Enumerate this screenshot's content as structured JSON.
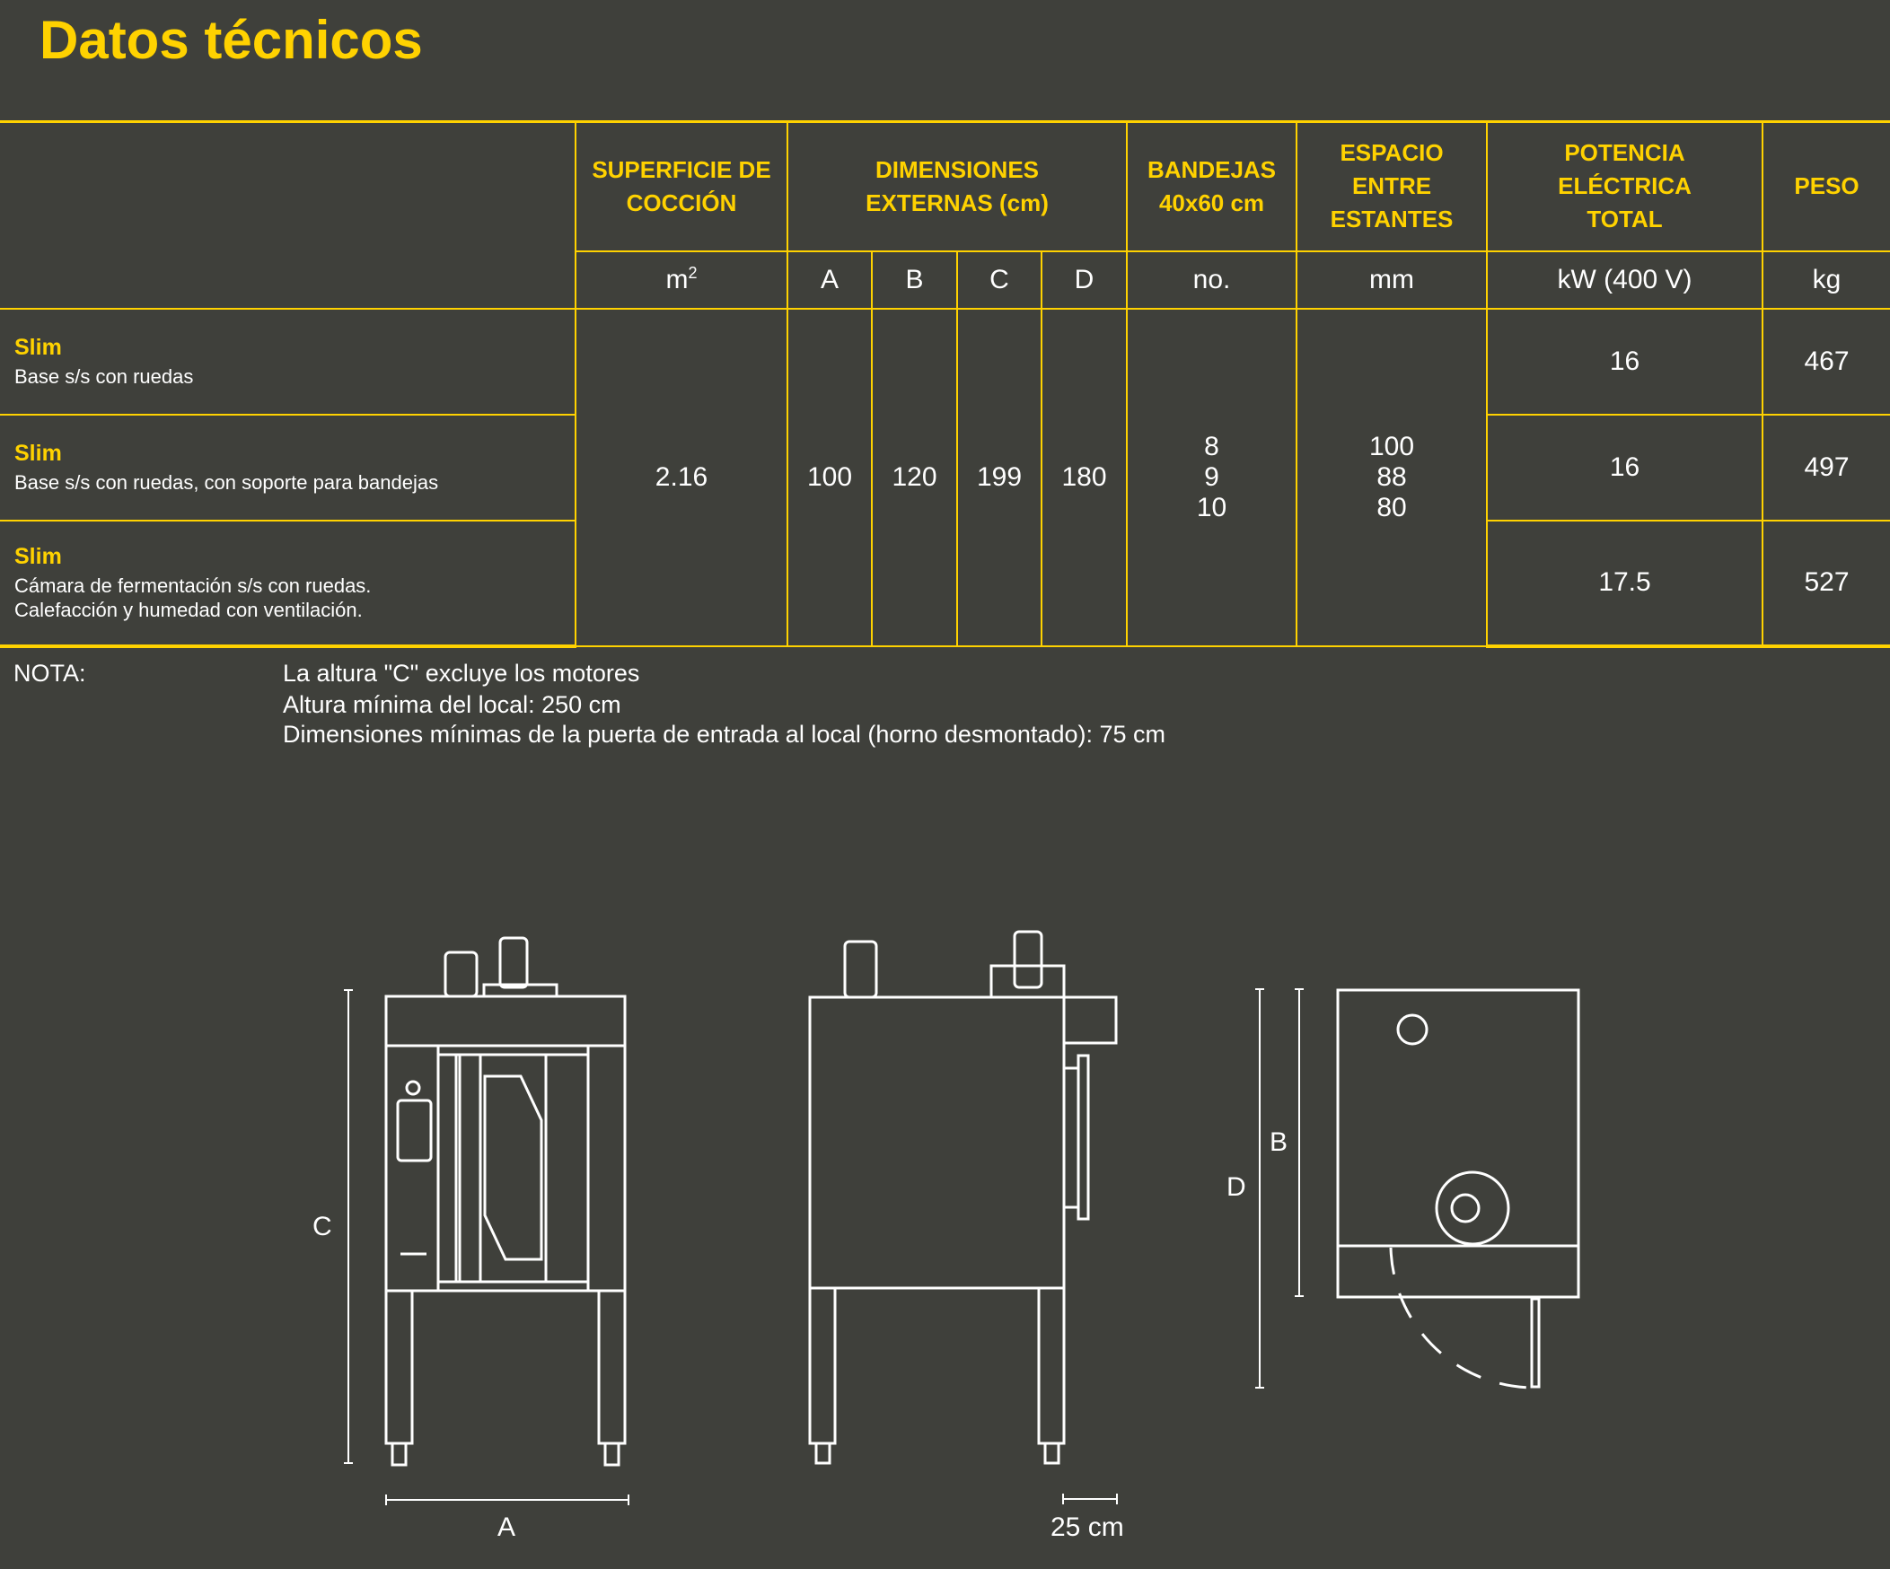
{
  "page": {
    "title": "Datos técnicos",
    "accent_color": "#ffd200",
    "background_color": "#3f403b",
    "text_color": "#ffffff"
  },
  "table": {
    "headers": {
      "superficie": "SUPERFICIE DE COCCIÓN",
      "superficie_line1": "SUPERFICIE DE",
      "superficie_line2": "COCCIÓN",
      "dimensiones_line1": "DIMENSIONES",
      "dimensiones_line2": "EXTERNAS (cm)",
      "bandejas_line1": "BANDEJAS",
      "bandejas_line2": "40x60 cm",
      "espacio_line1": "ESPACIO",
      "espacio_line2": "ENTRE",
      "espacio_line3": "ESTANTES",
      "potencia_line1": "POTENCIA",
      "potencia_line2": "ELÉCTRICA",
      "potencia_line3": "TOTAL",
      "peso": "PESO"
    },
    "units": {
      "superficie_base": "m",
      "superficie_exp": "2",
      "dim_a": "A",
      "dim_b": "B",
      "dim_c": "C",
      "dim_d": "D",
      "bandejas": "no.",
      "espacio": "mm",
      "potencia": "kW (400 V)",
      "peso": "kg"
    },
    "shared": {
      "superficie": "2.16",
      "dim_a": "100",
      "dim_b": "120",
      "dim_c": "199",
      "dim_d": "180",
      "bandejas": [
        "8",
        "9",
        "10"
      ],
      "espacio": [
        "100",
        "88",
        "80"
      ]
    },
    "rows": [
      {
        "model": "Slim",
        "description": "Base s/s con ruedas",
        "potencia": "16",
        "peso": "467"
      },
      {
        "model": "Slim",
        "description": "Base s/s con ruedas, con soporte para bandejas",
        "potencia": "16",
        "peso": "497"
      },
      {
        "model": "Slim",
        "description_line1": "Cámara de fermentación s/s con ruedas.",
        "description_line2": "Calefacción y humedad con ventilación.",
        "potencia": "17.5",
        "peso": "527"
      }
    ]
  },
  "notes": {
    "label": "NOTA:",
    "lines": [
      "La altura \"C\" excluye los motores",
      "Altura mínima del local: 250 cm",
      "Dimensiones mínimas de la puerta de entrada al local (horno desmontado): 75 cm"
    ]
  },
  "drawings": {
    "front_view": {
      "height_label": "C",
      "width_label": "A"
    },
    "side_view": {
      "scale_label": "25 cm"
    },
    "top_view": {
      "depth_label": "D",
      "body_depth_label": "B"
    }
  }
}
